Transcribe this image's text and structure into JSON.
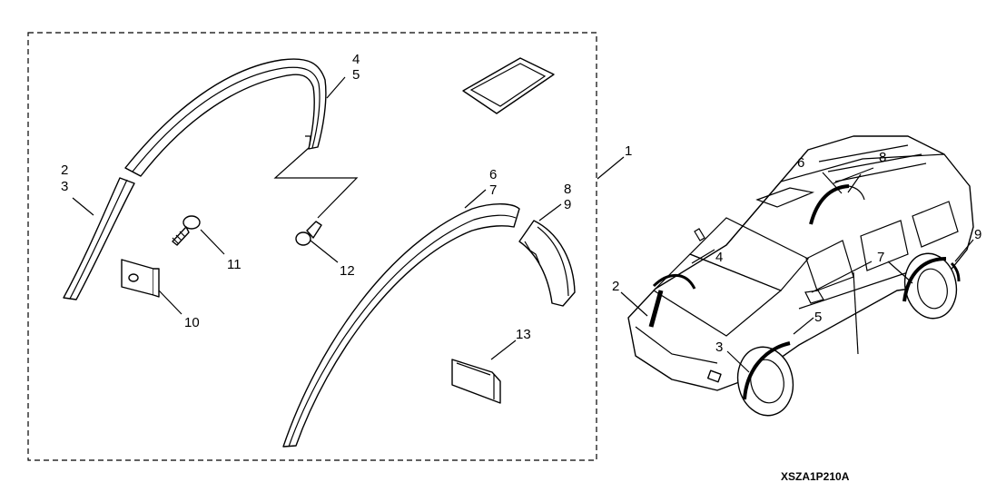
{
  "diagram": {
    "code": "XSZA1P210A",
    "callouts": {
      "c1": "1",
      "c2": "2",
      "c3": "3",
      "c4": "4",
      "c5": "5",
      "c6": "6",
      "c7": "7",
      "c8": "8",
      "c9": "9",
      "c10": "10",
      "c11": "11",
      "c12": "12",
      "c13": "13"
    },
    "vehicle_callouts": {
      "v2": "2",
      "v3": "3",
      "v4": "4",
      "v5": "5",
      "v6": "6",
      "v7": "7",
      "v8": "8",
      "v9": "9"
    }
  }
}
